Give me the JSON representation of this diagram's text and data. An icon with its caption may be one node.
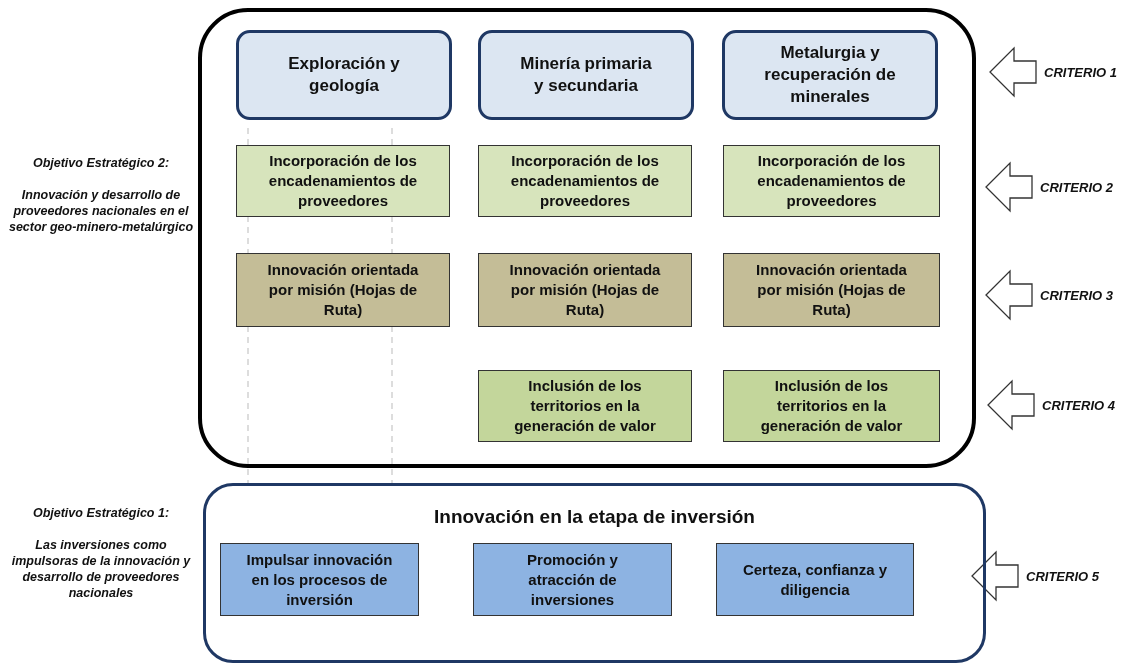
{
  "diagram": {
    "nodes": [
      {
        "text": [],
        "shape": "box"
      },
      {
        "text": [
          "Exploración y geología"
        ],
        "in": 0
      },
      {
        "text": [
          "Minería primaria y secundaria"
        ],
        "in": 0
      },
      {
        "text": [
          "Metalurgia y recuperación de minerales"
        ],
        "in": 0
      },
      {
        "text": [
          "Incorporación de los encadenamientos de proveedores"
        ],
        "in": 0
      },
      {
        "text": [
          "Incorporación de los encadenamientos de proveedores"
        ],
        "in": 0
      },
      {
        "text": [
          "Incorporación de los encadenamientos de proveedores"
        ],
        "in": 0
      },
      {
        "text": [
          "Innovación orientada por misión (Hojas de Ruta)"
        ],
        "in": 0
      },
      {
        "text": [
          "Innovación orientada por misión (Hojas de Ruta)"
        ],
        "in": 0
      },
      {
        "text": [
          "Innovación orientada por misión (Hojas de Ruta)"
        ],
        "in": 0
      },
      {
        "text": [
          "Inclusión de los territorios en la generación de valor"
        ],
        "in": 0
      },
      {
        "text": [
          "Inclusión de los territorios en la generación de valor"
        ],
        "in": 0
      },
      {
        "text": [
          "Innovación en la etapa de inversión"
        ]
      },
      {
        "text": [
          "Impulsar innovación en los procesos de inversión"
        ],
        "in": 12
      },
      {
        "text": [
          "Promoción y atracción de inversiones"
        ],
        "in": 12
      },
      {
        "text": [
          "Certeza, confianza y diligencia"
        ],
        "in": 12
      },
      {
        "text": [
          "CRITERIO 1"
        ]
      },
      {
        "text": [
          "CRITERIO 2"
        ]
      },
      {
        "text": [
          "CRITERIO 3"
        ]
      },
      {
        "text": [
          "CRITERIO 4"
        ]
      },
      {
        "text": [
          "CRITERIO 5"
        ]
      }
    ],
    "edges": [
      {
        "from": 16,
        "to": null,
        "arrow": "to"
      },
      {
        "from": 17,
        "to": null,
        "arrow": "to"
      },
      {
        "from": 18,
        "to": null,
        "arrow": "to"
      },
      {
        "from": 19,
        "to": null,
        "arrow": "to"
      },
      {
        "from": 20,
        "to": null,
        "arrow": "to"
      }
    ],
    "labels": [
      "Objetivo Estratégico 2:",
      "Innovación y desarrollo de proveedores nacionales en el sector geo-minero-metalúrgico",
      "Objetivo Estratégico 1:",
      "Las inversiones como impulsoras de la innovación y desarrollo de proveedores nacionales"
    ]
  }
}
